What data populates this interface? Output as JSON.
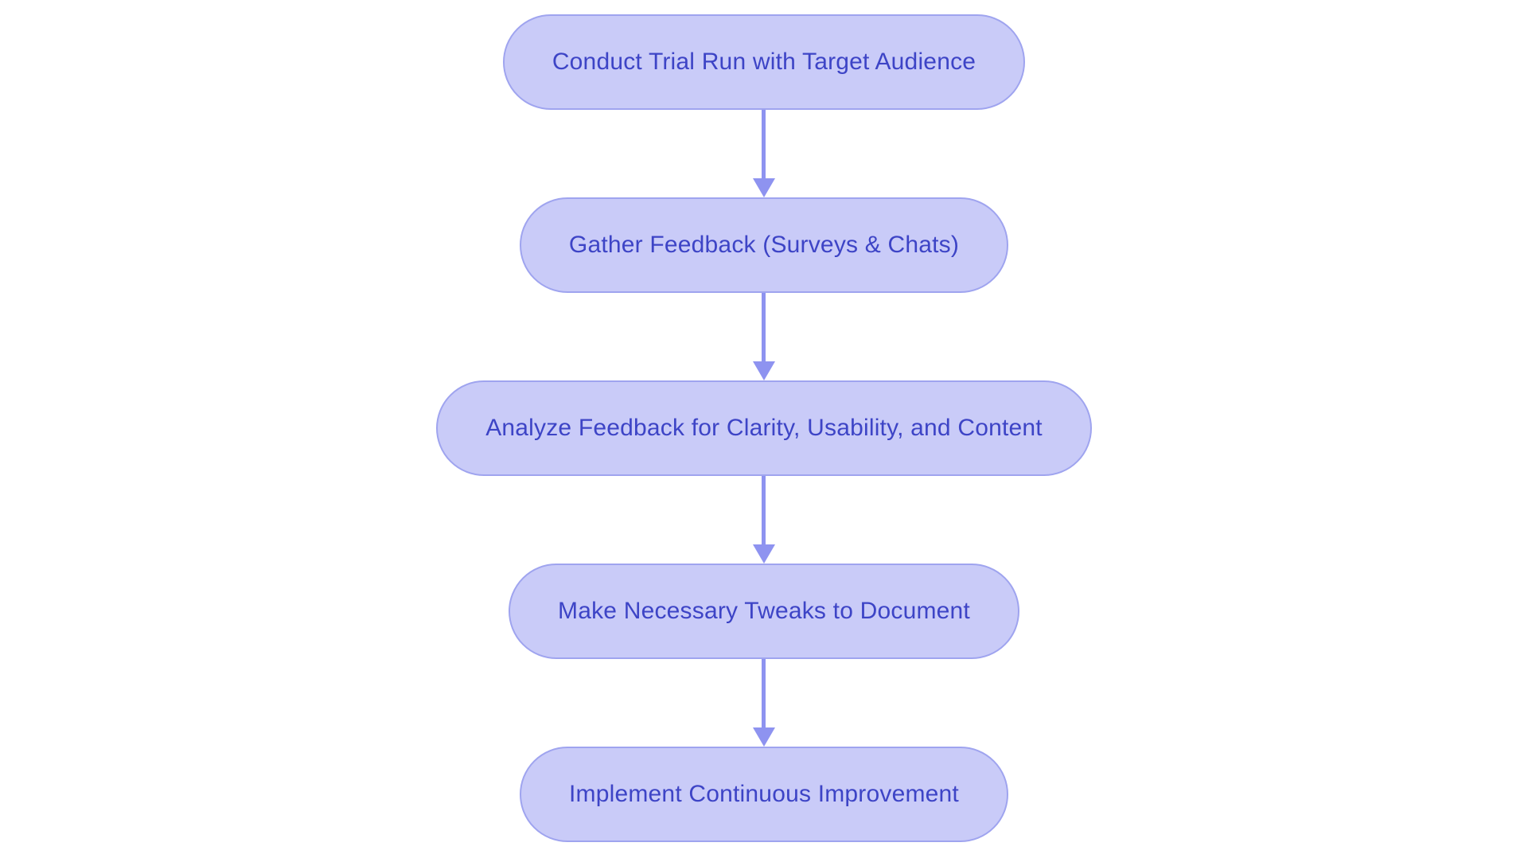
{
  "colors": {
    "background": "#ffffff",
    "node_fill": "#c9cbf8",
    "node_border": "#9fa4ef",
    "node_text": "#3d44c6",
    "arrow": "#8e93f0"
  },
  "flowchart": {
    "type": "flowchart",
    "direction": "top-down",
    "nodes": [
      {
        "label": "Conduct Trial Run with Target Audience"
      },
      {
        "label": "Gather Feedback (Surveys & Chats)"
      },
      {
        "label": "Analyze Feedback for Clarity, Usability, and Content"
      },
      {
        "label": "Make Necessary Tweaks to Document"
      },
      {
        "label": "Implement Continuous Improvement"
      }
    ],
    "connections": [
      {
        "from": 0,
        "to": 1
      },
      {
        "from": 1,
        "to": 2
      },
      {
        "from": 2,
        "to": 3
      },
      {
        "from": 3,
        "to": 4
      }
    ]
  }
}
